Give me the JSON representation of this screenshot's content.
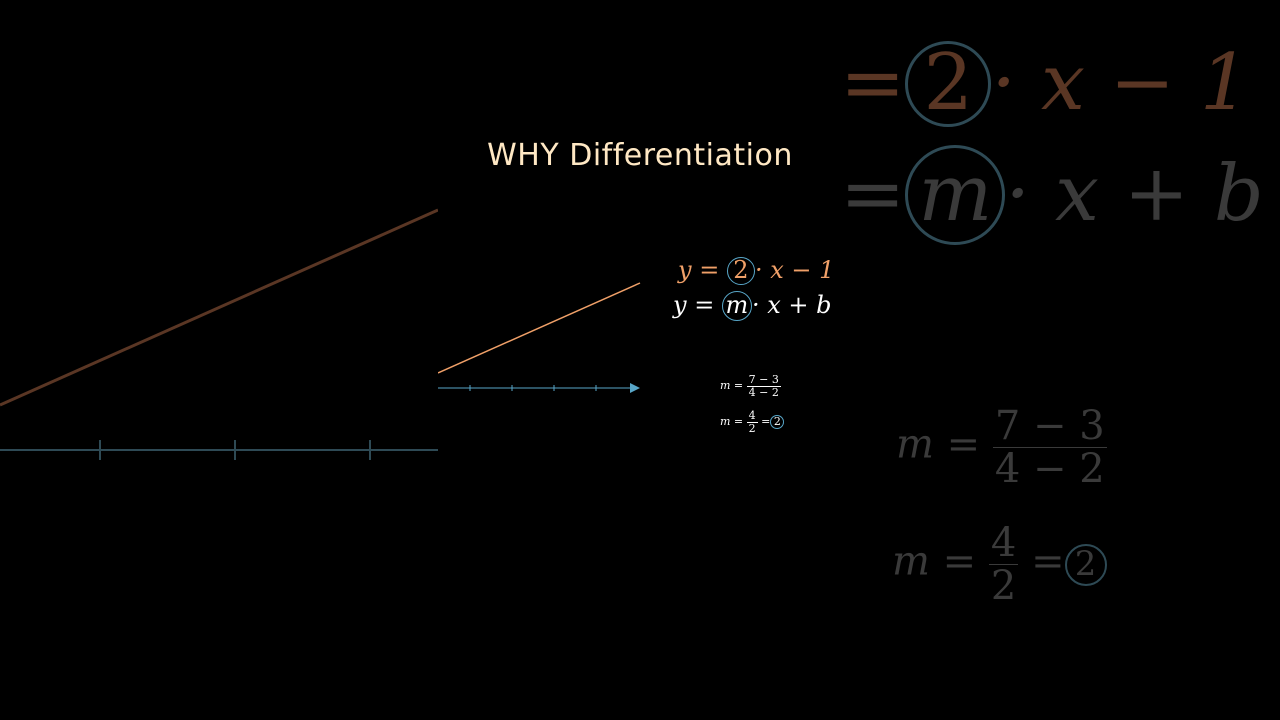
{
  "title": "WHY Differentiation",
  "colors": {
    "background": "#000000",
    "title": "#ffe8c4",
    "orange_line": "#f0a068",
    "blue_axis": "#58a6c8",
    "faded_orange": "#5a3624",
    "faded_white": "#3a3a3a"
  },
  "equation_specific": {
    "lhs": "y =",
    "slope": "2",
    "rest": "· x − 1"
  },
  "equation_general": {
    "lhs": "y =",
    "slope": "m",
    "rest": "· x + b"
  },
  "slope_calc": {
    "line1": {
      "lhs": "m =",
      "num": "7 − 3",
      "den": "4 − 2"
    },
    "line2": {
      "lhs": "m =",
      "num": "4",
      "den": "2",
      "eq": "=",
      "result": "2"
    }
  },
  "right_zoom": {
    "eq1": {
      "eq": "=",
      "slope": "2",
      "rest": "· x − 1"
    },
    "eq2": {
      "eq": "=",
      "slope": "m",
      "rest": "· x + b"
    },
    "calc1": {
      "lhs": "m =",
      "num": "7 − 3",
      "den": "4 − 2"
    },
    "calc2": {
      "lhs": "m =",
      "num": "4",
      "den": "2",
      "eq": "=",
      "result": "2"
    }
  }
}
